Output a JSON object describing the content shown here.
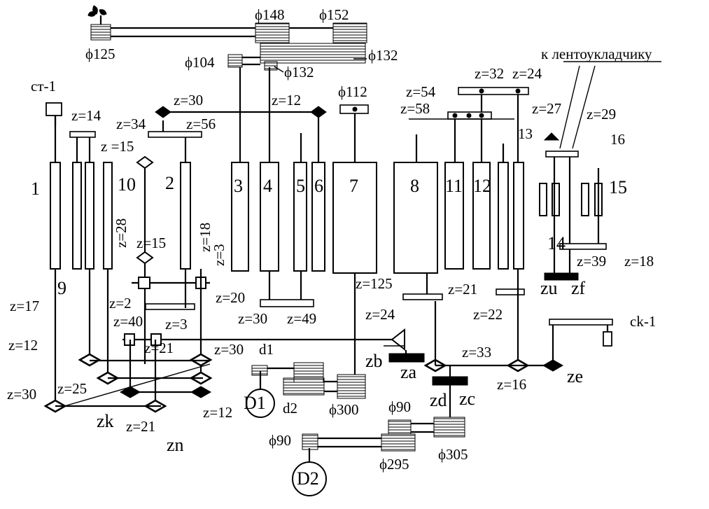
{
  "labels": {
    "phi148": "ϕ148",
    "phi152": "ϕ152",
    "phi125": "ϕ125",
    "phi132a": "ϕ132",
    "phi104": "ϕ104",
    "phi132b": "ϕ132",
    "lentoukladchik": "к лентоукладчику",
    "z32": "z=32",
    "z24a": "z=24",
    "phi112": "ϕ112",
    "z54": "z=54",
    "st1": "ст-1",
    "z30a": "z=30",
    "z12a": "z=12",
    "z58": "z=58",
    "z27": "z=27",
    "z29": "z=29",
    "z14": "z=14",
    "z34": "z=34",
    "z56": "z=56",
    "roll13": "13",
    "roll16": "16",
    "z15a": "z =15",
    "roll1": "1",
    "roll2": "2",
    "roll3": "3",
    "roll4": "4",
    "roll5": "5",
    "roll6": "6",
    "roll7": "7",
    "roll8": "8",
    "roll11": "11",
    "roll12": "12",
    "roll10": "10",
    "roll15": "15",
    "roll14": "14",
    "z28": "z=28",
    "z15b": "z=15",
    "z18": "z=18",
    "z3v": "z=3",
    "z39": "z=39",
    "z18b": "z=18",
    "label9": "9",
    "z125": "z=125",
    "z21a": "z=21",
    "zu": "zu",
    "zf": "zf",
    "z2": "z=2",
    "z20": "z=20",
    "z17": "z=17",
    "z30b": "z=30",
    "z49": "z=49",
    "z22": "z=22",
    "z24b": "z=24",
    "z40": "z=40",
    "z3": "z=3",
    "ck1": "ck-1",
    "z12b": "z=12",
    "z21b": "z=21",
    "z30c": "z=30",
    "d1": "d1",
    "z33": "z=33",
    "zb": "zb",
    "za": "za",
    "ze": "ze",
    "z16": "z=16",
    "z25": "z=25",
    "z30d": "z=30",
    "D1": "D1",
    "d2": "d2",
    "phi300": "ϕ300",
    "zd": "zd",
    "zc": "zc",
    "phi90a": "ϕ90",
    "zk": "zk",
    "z21c": "z=21",
    "z12c": "z=12",
    "phi90b": "ϕ90",
    "zn": "zn",
    "phi295": "ϕ295",
    "phi305": "ϕ305",
    "D2": "D2"
  }
}
